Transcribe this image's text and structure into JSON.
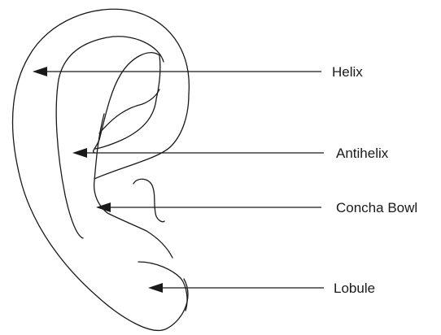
{
  "diagram": {
    "labels": {
      "helix": "Helix",
      "antihelix": "Antihelix",
      "concha_bowl": "Concha Bowl",
      "lobule": "Lobule"
    },
    "colors": {
      "line": "#1a1a1a",
      "background": "#ffffff"
    }
  }
}
